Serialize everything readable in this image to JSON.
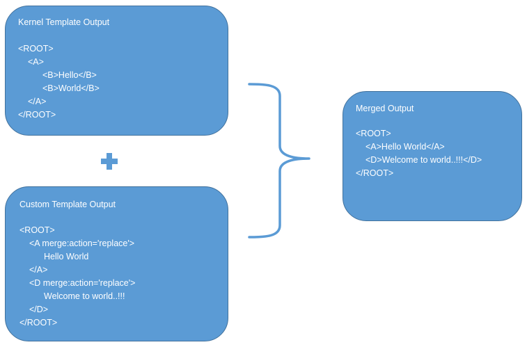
{
  "kernel": {
    "title": "Kernel Template Output",
    "lines": [
      "<ROOT>",
      "<A>",
      "<B>Hello</B>",
      "<B>World</B>",
      "</A>",
      "</ROOT>"
    ]
  },
  "custom": {
    "title": "Custom Template Output",
    "lines": [
      "<ROOT>",
      "<A merge:action='replace'>",
      "Hello World",
      "</A>",
      "<D merge:action='replace'>",
      "Welcome to world..!!!",
      "</D>",
      "</ROOT>"
    ]
  },
  "merged": {
    "title": "Merged Output",
    "lines": [
      "<ROOT>",
      "<A>Hello World</A>",
      "<D>Welcome to world..!!!</D>",
      "</ROOT>"
    ]
  },
  "colors": {
    "box_fill": "#5b9bd5",
    "box_border": "#41719c",
    "text": "#ffffff"
  },
  "icons": {
    "plus": "plus-icon",
    "brace": "right-curly-brace-icon"
  }
}
